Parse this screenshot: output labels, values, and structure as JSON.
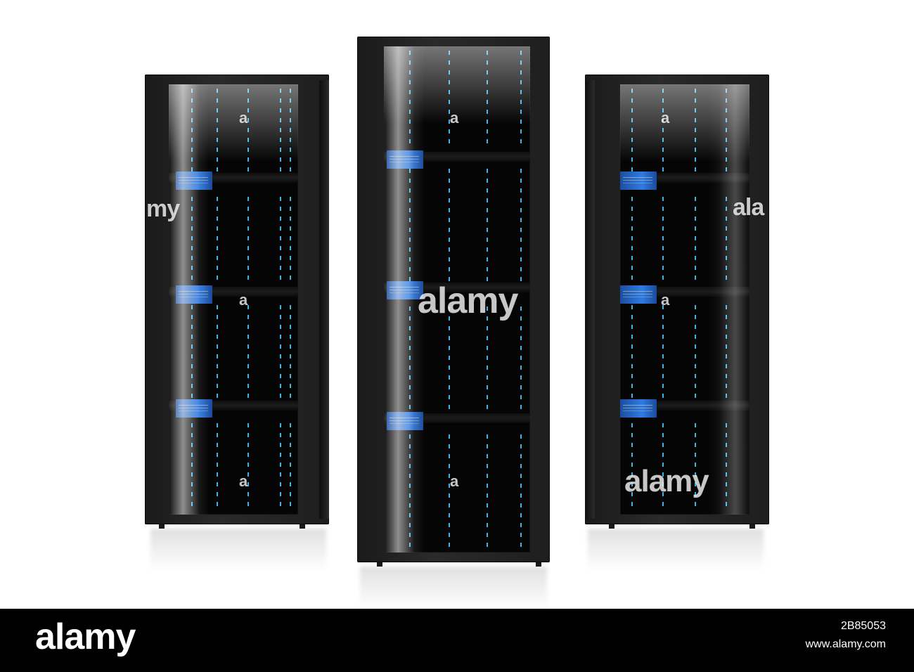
{
  "scene": {
    "subject": "three server racks",
    "accent_color": "#3fb6e8",
    "panel_color": "#2f7be3",
    "rack_color": "#1e1e1e",
    "background_color": "#ffffff"
  },
  "watermarks": {
    "rack_left_letter": "a",
    "rack_left_fragment": "my",
    "center": "alamy",
    "rack_right_fragment": "ala",
    "rack_right_bottom": "alamy"
  },
  "footer": {
    "brand": "alamy",
    "image_id": "2B85053",
    "site": "www.alamy.com",
    "background_color": "#000000"
  }
}
